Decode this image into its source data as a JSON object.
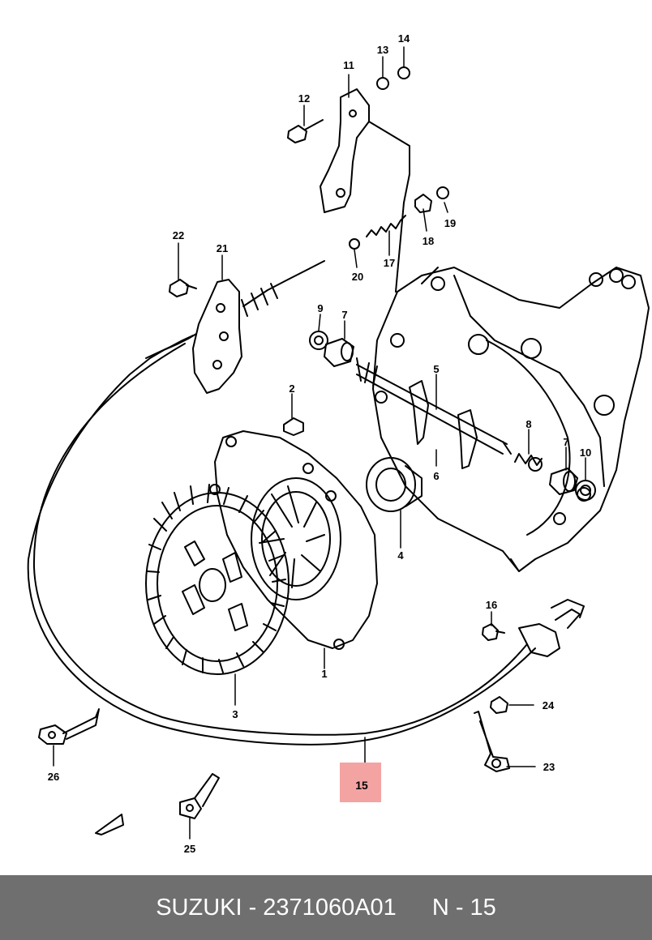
{
  "diagram": {
    "callouts": [
      "1",
      "2",
      "3",
      "4",
      "5",
      "6",
      "7",
      "7",
      "8",
      "9",
      "10",
      "11",
      "12",
      "13",
      "14",
      "15",
      "16",
      "17",
      "18",
      "19",
      "20",
      "21",
      "22",
      "23",
      "24",
      "25",
      "26"
    ],
    "highlight": {
      "label": "15",
      "color": "#f4a3a3"
    }
  },
  "footer": {
    "part_text": "SUZUKI - 2371060A01",
    "ref_text": "N - 15",
    "background": "#6f6f6f"
  }
}
